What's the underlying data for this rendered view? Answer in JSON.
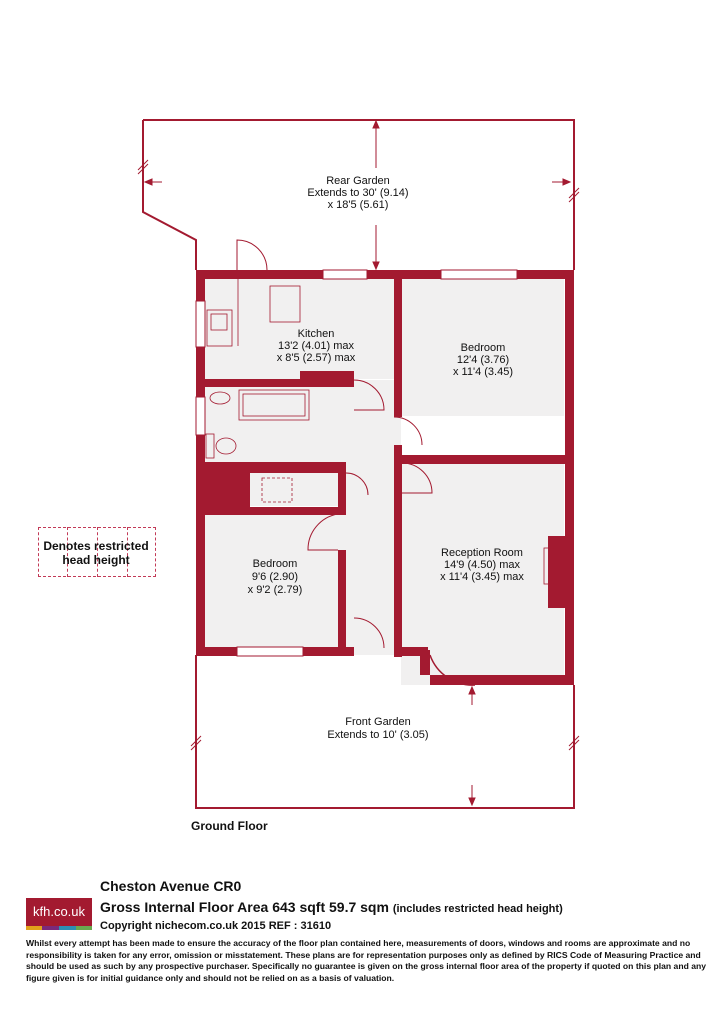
{
  "rooms": {
    "rear_garden": {
      "name": "Rear Garden",
      "line1": "Extends to 30' (9.14)",
      "line2": "x 18'5 (5.61)"
    },
    "kitchen": {
      "name": "Kitchen",
      "line1": "13'2 (4.01) max",
      "line2": "x 8'5 (2.57) max"
    },
    "bedroom1": {
      "name": "Bedroom",
      "line1": "12'4 (3.76)",
      "line2": "x 11'4 (3.45)"
    },
    "bedroom2": {
      "name": "Bedroom",
      "line1": "9'6 (2.90)",
      "line2": "x 9'2 (2.79)"
    },
    "reception": {
      "name": "Reception Room",
      "line1": "14'9 (4.50) max",
      "line2": "x 11'4 (3.45) max"
    },
    "front_garden": {
      "name": "Front Garden",
      "line1": "Extends to 10' (3.05)"
    }
  },
  "legend": {
    "line1": "Denotes restricted",
    "line2": "head height"
  },
  "floor_name": "Ground Floor",
  "footer": {
    "logo": "kfh.co.uk",
    "address": "Cheston Avenue CR0",
    "area": "Gross Internal Floor Area 643 sqft 59.7 sqm",
    "area_note": "(includes restricted head height)",
    "copyright": "Copyright nichecom.co.uk 2015 REF : 31610",
    "disclaimer": "Whilst every attempt has been made to ensure the accuracy of the floor plan contained here, measurements of doors, windows and rooms are approximate and no responsibility is taken for any error, omission or misstatement. These plans are for representation purposes only as defined by RICS Code of Measuring Practice and should be used as such by any prospective purchaser. Specifically no guarantee is given on the gross internal floor area of the property if quoted on this plan and any figure given is for initial guidance only and should not be relied on as a basis of valuation."
  },
  "colors": {
    "wall": "#a31a30",
    "floor": "#f1f0f0",
    "logo_stripes": [
      "#e2a21b",
      "#7a2a7b",
      "#2d8fb3",
      "#6aa84f"
    ]
  }
}
